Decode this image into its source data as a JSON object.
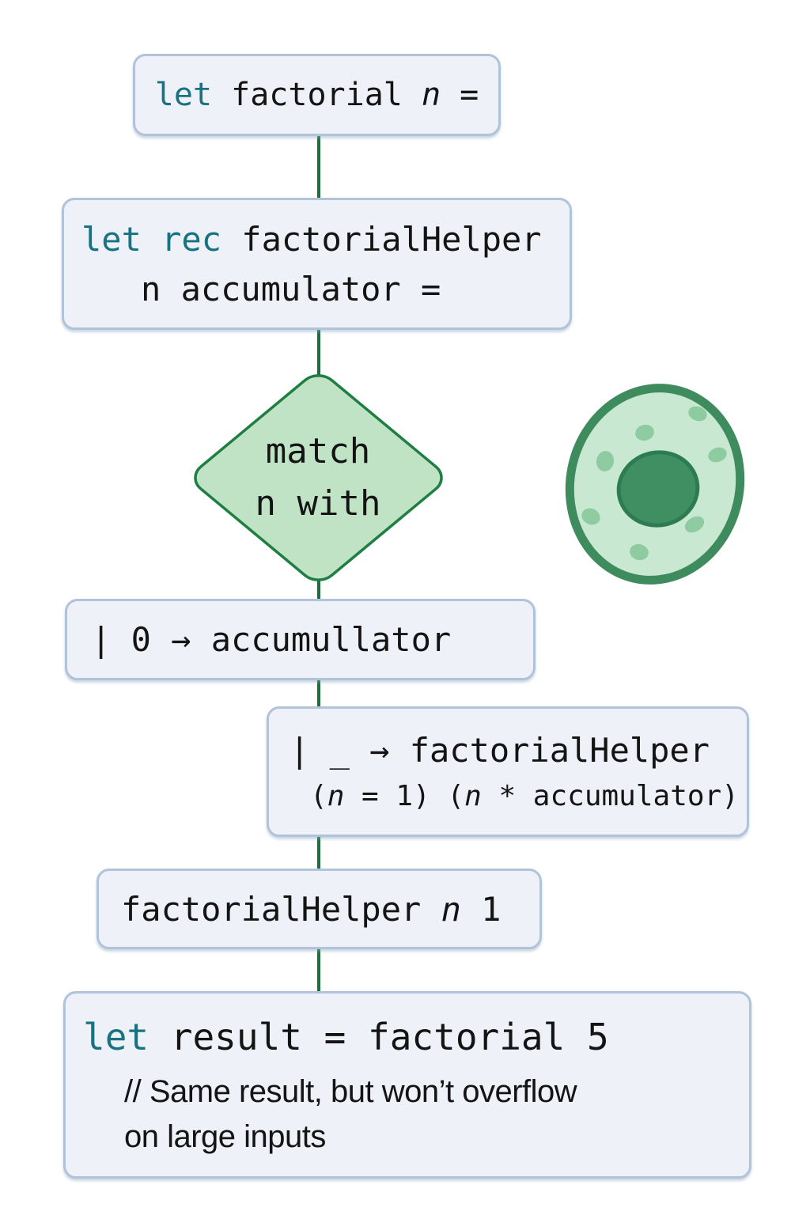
{
  "diagram": {
    "type": "flowchart",
    "topic": "F# tail-recursive factorial"
  },
  "nodes": {
    "define_factorial": {
      "keyword": "let",
      "code": " factorial ",
      "param": "n",
      "suffix": " ="
    },
    "define_helper": {
      "keyword": "let rec",
      "code": " factorialHelper",
      "line2": "n accumulator ="
    },
    "match_decision": {
      "line1": "match",
      "line2": "n with"
    },
    "case_zero": {
      "text": "| 0 → accumullator"
    },
    "case_default": {
      "line1": "| _ → factorialHelper",
      "l2_open": "(",
      "l2_n1": "n",
      "l2_mid": " = 1) (",
      "l2_n2": "n",
      "l2_end": " * accumulator)"
    },
    "call_helper": {
      "code": "factorialHelper ",
      "param": "n",
      "suffix": " 1"
    },
    "result": {
      "keyword": "let",
      "code": " result = factorial 5",
      "comment_line1": "// Same result, but won’t overflow",
      "comment_line2": "on large inputs"
    }
  },
  "colors": {
    "keyword_teal": "#177382",
    "code_text": "#141414",
    "box_fill": "#eef1f7",
    "box_border": "#b1c3d9",
    "connector_green": "#1f6e3c",
    "diamond_fill": "#c0e3c6",
    "diamond_border": "#1f7f42",
    "cell_body": "#c9e8d1",
    "cell_rim": "#3e8b5e",
    "cell_nucleus": "#3f8f63",
    "cell_nucleus_edge": "#2d7c51",
    "cell_dots": "#8fcba1"
  }
}
